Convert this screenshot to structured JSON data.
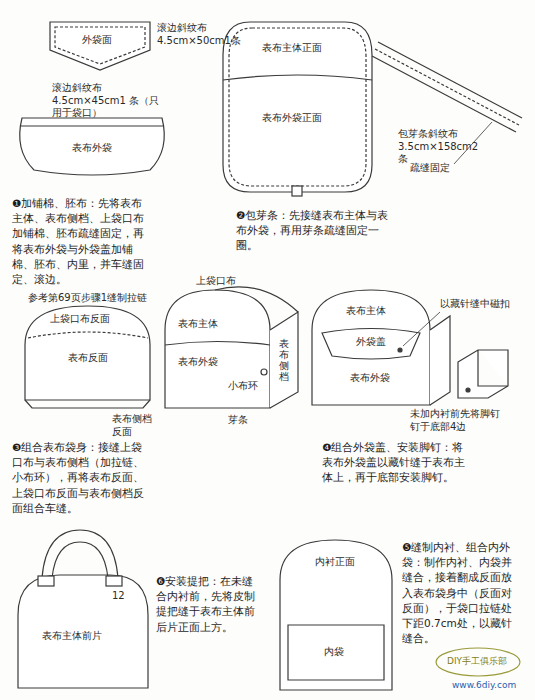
{
  "diagram": {
    "labels": [
      "滚边斜纹布 4.5cm×50cm1条",
      "外袋面",
      "滚边斜纹布4.5cm×45cm1 条（只用于袋口）",
      "表布外袋",
      "❶加铺棉、胚布：先将表布主体、表布侧档、上袋口布加铺棉、胚布疏缝固定，再将表布外袋与外袋盖加铺棉、胚布、内里，并车缝固定、滚边。",
      "表布主体正面",
      "表布外袋正面",
      "包芽条斜纹布 3.5cm×158cm2条",
      "疏缝固定",
      "❷包芽条：先接缝表布主体与表布外袋，再用芽条疏缝固定一圈。",
      "参考第69页步骤1缝制拉链",
      "上袋口布反面",
      "表布反面",
      "表布侧档 反面",
      "上袋口布",
      "表布主体",
      "表布外袋",
      "小布环",
      "表布侧档",
      "芽条",
      "表布主体",
      "外袋盖",
      "表布外袋",
      "以藏针缝中磁扣",
      "未加内衬前先将脚钉钉于底部4边",
      "❸组合表布袋身：接缝上袋口布与表布侧档（加拉链、小布环），再将表布反面、上袋口布反面与表布侧档反面组合车缝。",
      "❹组合外袋盖、安装脚钉：将表布外袋盖以藏针缝于表布主体上，再于底部安装脚钉。",
      "表布主体前片",
      "12",
      "❻安装提把：在未缝合内衬前，先将皮制提把缝于表布主体前后片正面上方。",
      "内衬正面",
      "内袋",
      "❺缝制内衬、组合内外袋：制作内衬、内袋并缝合，接着翻成反面放入表布袋身中（反面对反面），于袋口拉链处下距0.7cm处，以藏针缝合。",
      "DIY手工俱乐部",
      "www.6diy.com"
    ]
  }
}
